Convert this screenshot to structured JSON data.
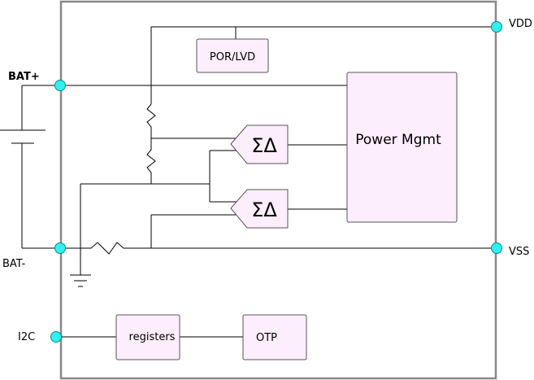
{
  "colors": {
    "block_fill": "#fdeefd",
    "pin_fill": "#33f0f0",
    "chip_border": "#888888"
  },
  "pins": {
    "vdd": "VDD",
    "vss": "VSS",
    "bat_plus": "BAT+",
    "bat_minus": "BAT-",
    "i2c": "I2C"
  },
  "blocks": {
    "por_lvd": "POR/LVD",
    "power_mgmt": "Power Mgmt",
    "registers": "registers",
    "otp": "OTP",
    "sigma_delta": "ΣΔ"
  }
}
